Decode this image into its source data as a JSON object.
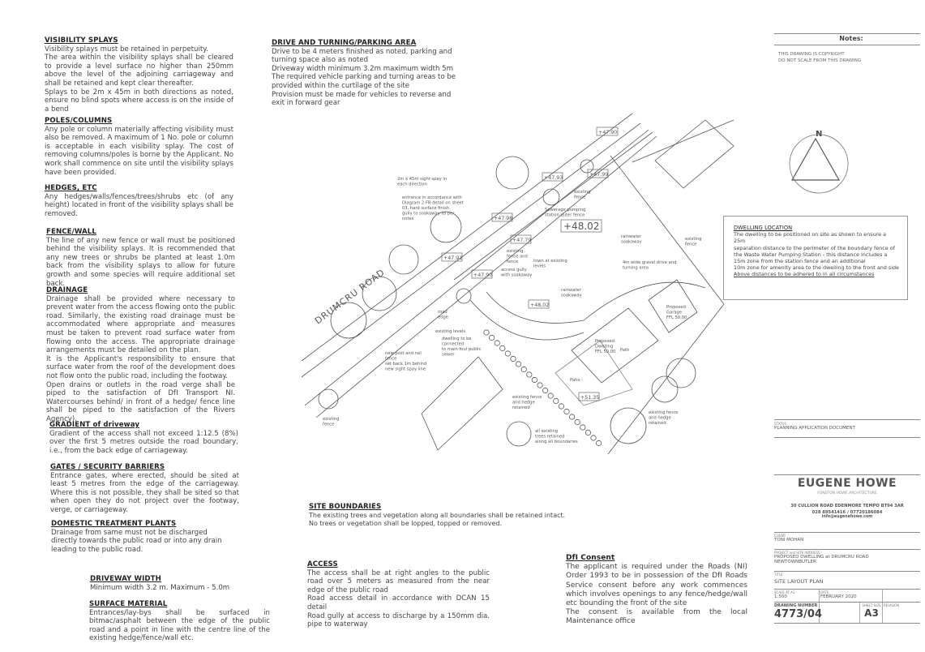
{
  "notes_left": [
    {
      "title": "VISIBILITY SPLAYS",
      "lines": [
        "Visibility splays must be retained in perpetuity.",
        "The area within the visibility splays shall be cleared to provide a level surface no higher than 250mm above the level of the adjoining carriageway and shall be retained and kept clear thereafter.",
        "Splays to be 2m x 45m in both directions as noted, ensure no blind spots where access is on the inside of a bend"
      ]
    },
    {
      "title": "POLES/COLUMNS",
      "lines": [
        "Any pole or column materially affecting visibility must also be removed.  A maximum of 1 No. pole or column is acceptable in each visibility splay.  The cost of removing columns/poles is borne by the Applicant. No work shall commence on site until the visibility splays have been provided."
      ]
    },
    {
      "title": "HEDGES, ETC",
      "lines": [
        "Any hedges/walls/fences/trees/shrubs etc (of any height) located in front of the visibility splays shall be removed."
      ]
    },
    {
      "title": "FENCE/WALL",
      "lines": [
        "The line of any new fence or wall must be positioned behind the visibility splays.  It is recommended that any new trees or shrubs be planted at least 1.0m back from the visibility splays to allow for future growth and some species will require additional set back."
      ]
    },
    {
      "title": "DRAINAGE",
      "lines": [
        "Drainage shall be provided where necessary to prevent water from the access flowing onto the public road. Similarly, the existing road drainage must be accommodated where appropriate and measures must be taken to prevent road surface water from flowing onto the access.   The appropriate drainage arrangements must be detailed on the plan.",
        "It is the Applicant's responsibility to ensure that surface water from the roof of the development does not flow onto the public road, including the footway.",
        "Open drains or outlets in the road verge shall be piped to the satisfaction of DfI Transport NI. Watercourses behind/ in front of a hedge/ fence line shall be piped to the satisfaction of the Rivers Agency)."
      ]
    },
    {
      "title": "GRADIENT of driveway",
      "lines": [
        "Gradient of the access shall not exceed 1:12.5 (8%) over the first 5 metres outside the road boundary, i.e., from the back edge of carriageway."
      ]
    },
    {
      "title": "GATES / SECURITY BARRIERS",
      "lines": [
        "Entrance gates, where erected, should be sited at least 5 metres from the edge of the carriageway.  Where this is not possible, they shall be sited so that when open they do not project over the footway, verge, or carriageway."
      ]
    },
    {
      "title": "DOMESTIC TREATMENT PLANTS",
      "lines": [
        "Drainage from same must not be discharged directly towards the public road or into any drain leading to the public road."
      ]
    },
    {
      "title": "DRIVEWAY WIDTH",
      "lines": [
        "Minimum width 3.2 m.  Maximum - 5.0m"
      ]
    },
    {
      "title": "SURFACE MATERIAL",
      "lines": [
        "Entrances/lay-bys shall be surfaced in bitmac/asphalt between the edge of the public road and a point in line with the centre line of the existing hedge/fence/wall etc."
      ]
    }
  ],
  "drive_notes": {
    "title": "DRIVE AND TURNING/PARKING AREA",
    "lines": [
      "Drive to be 4 meters finished as noted, parking and turning space also as noted",
      "Driveway width minimum 3.2m maximum width 5m",
      "The required vehicle parking and turning areas to be provided within the curtilage of the site",
      "Provision must be made for vehicles to reverse and exit in forward gear"
    ]
  },
  "site_boundaries": {
    "title": "SITE BOUNDARIES",
    "lines": [
      "The existing trees and vegetation along all boundaries shall be retained intact.",
      "No trees or vegetation shall be lopped, topped or removed."
    ]
  },
  "access": {
    "title": "ACCESS",
    "lines": [
      "The access shall be at right angles to the public road over 5 meters as measured from the near edge of the public road",
      "Road access detail in accordance with DCAN 15 detail",
      "Road gully at access to discharge by a 150mm dia. pipe to waterway"
    ]
  },
  "dfi_consent": {
    "title": "DfI Consent",
    "lines": [
      "The applicant is required under the Roads (NI) Order 1993 to be in possession of the DfI Roads Service consent before any work commences which involves openings to any fence/hedge/wall etc bounding the front of the site",
      "The consent is available from the local Maintenance office"
    ]
  },
  "dwelling_location": {
    "title": "DWELLING LOCATION",
    "lines": [
      "The dwelling to be positioned on site as shown to ensure a 25m",
      "separation distance to the perimeter of the boundary fence of the Waste Water Pumping Station - this distance includes a 15m zone from the station fence and an additional",
      "10m zone for amenity area to the dwelling to the front and side"
    ],
    "emphasis": "Above distances to be adhered to in all circumstances"
  },
  "notes_box": {
    "title": "Notes:",
    "lines": [
      "THIS DRAWING IS COPYRIGHT",
      "DO NOT SCALE FROM THIS DRAWING"
    ]
  },
  "north_label": "N",
  "plan": {
    "road_name": "DRUMCRU ROAD",
    "labels": {
      "splay": [
        "2m x 45m sight spay in",
        "each direction"
      ],
      "entrance": [
        "entrance in accordance with",
        "Diagram 2 FR detail on sheet",
        "03, hard surface finish",
        "gully to soakaway as per",
        "notes"
      ],
      "existing_fence": [
        "existing",
        "fence"
      ],
      "sewerage": [
        "Sewerage pumping",
        "station outer fence"
      ],
      "existing_fence_and_fence": [
        "existing",
        "fence and",
        "fence"
      ],
      "access_gully": [
        "access gully",
        "with soakaway"
      ],
      "town_levels": [
        "town at existing",
        "levels"
      ],
      "gravel": [
        "4m wide gravel drive and",
        "turning area"
      ],
      "rainwater1": [
        "rainwater",
        "soakaway"
      ],
      "rainwater2": [
        "rainwater",
        "soakaway"
      ],
      "road_edge": [
        "road",
        "edge"
      ],
      "existing_levels": "existing levels",
      "dwelling_connected": [
        "dwelling to be",
        "connected",
        "to main foul public",
        "sewer"
      ],
      "new_post": [
        "new post and rail",
        "fence",
        "set back 1m behind",
        "new sight spay line"
      ],
      "existing_fence_small": [
        "existing",
        "fence"
      ],
      "proposed_dwelling": [
        "Proposed",
        "Dwelling",
        "FFL 50.00"
      ],
      "proposed_garage": [
        "Proposed",
        "Garage",
        "FFL 50.00"
      ],
      "patio": "Patio",
      "path": "Path",
      "hedge1": [
        "existing fence",
        "and hedge",
        "retained"
      ],
      "hedge2": [
        "existing fence",
        "and hedge",
        "retained"
      ],
      "trees": [
        "all existing",
        "trees retained",
        "along all boundaries"
      ],
      "existing_fence_right": [
        "existing",
        "fence"
      ]
    },
    "levels": [
      "+47.90",
      "+47.93",
      "+47.99",
      "+47.98",
      "+48.02",
      "+47.79",
      "+47.91",
      "+47.90",
      "+48.02",
      "+51.35"
    ]
  },
  "title_block": {
    "status_label": "STATUS",
    "status": "PLANNING APPLICATION DOCUMENT",
    "firm": "EUGENE HOWE",
    "firm_sub": "FUNSTON HOWE ARCHITECTURE",
    "address": "30 CULLION ROAD EDENMORE TEMPO BT94 3AR",
    "phone": "028 89541416 / 07720186084",
    "email": "info@eugenehowe.com",
    "client_label": "CLIENT",
    "client": "TONI MOHAN",
    "project_label": "PROJECT and SITE ADDRESS",
    "project": "PROPOSED DWELLING at DRUMCRU ROAD",
    "project2": "NEWTOWNBUTLER",
    "title_label": "TITLE",
    "title": "SITE LAYOUT PLAN",
    "scale_label": "SCALE AT A3",
    "scale": "1:500",
    "date_label": "DATE",
    "date": "FEBRUARY 2020",
    "drawing_label": "DRAWING NUMBER",
    "drawing_number": "4773/04",
    "sheet_label": "SHEET SIZE",
    "sheet": "A3",
    "revision_label": "REVISION"
  }
}
